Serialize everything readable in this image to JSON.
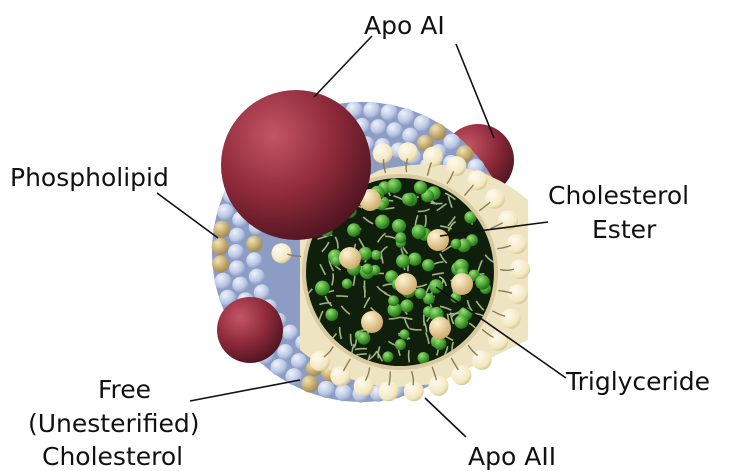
{
  "labels": {
    "apo_ai": "Apo AI",
    "phospholipid": "Phospholipid",
    "cholesterol_ester_line1": "Cholesterol",
    "cholesterol_ester_line2": "Ester",
    "triglyceride": "Triglyceride",
    "free_cholesterol_line1": "Free",
    "free_cholesterol_line2": "(Unesterified)",
    "free_cholesterol_line3": "Cholesterol",
    "apo_aii": "Apo AII"
  },
  "colors": {
    "apolipoprotein": "#8e2a3a",
    "phospholipid_head": "#b9c6e4",
    "free_cholesterol": "#c9ad6a",
    "inner_head": "#f3e8bf",
    "core_dark": "#0f1f0c",
    "triglyceride": "#3f9a2a",
    "cholesterol_ester": "#e6c98a"
  }
}
